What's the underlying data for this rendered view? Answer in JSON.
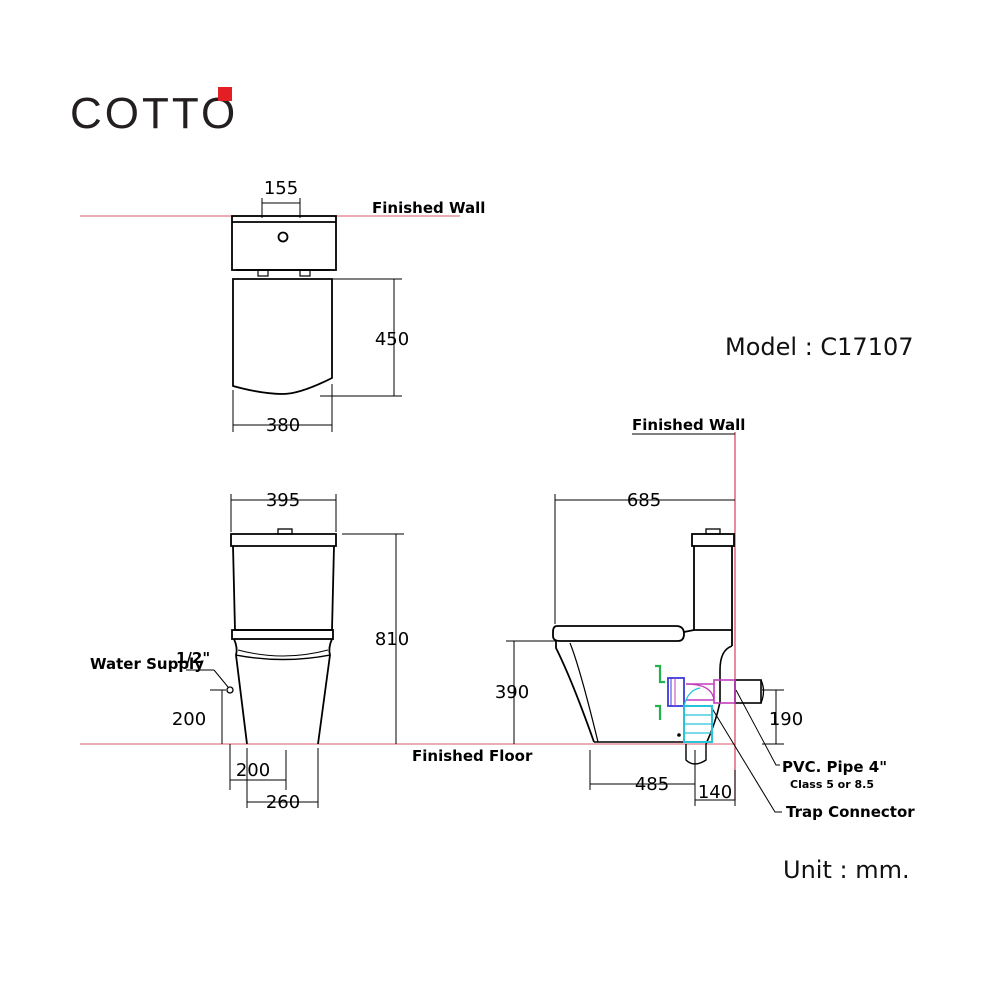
{
  "brand": {
    "name": "COTTO",
    "accent_color": "#e31e24"
  },
  "model": "Model : C17107",
  "unit": "Unit : mm.",
  "labels": {
    "finished_wall_top": "Finished Wall",
    "finished_wall_side": "Finished Wall",
    "finished_floor": "Finished Floor",
    "water_supply": "Water Supply",
    "water_supply_size": "1/2\"",
    "pvc_pipe": "PVC. Pipe 4\"",
    "pvc_class": "Class 5 or 8.5",
    "trap_connector": "Trap Connector"
  },
  "dimensions": {
    "top_outlet": "155",
    "top_seat_depth": "450",
    "top_seat_width": "380",
    "front_width": "395",
    "front_height": "810",
    "front_supply_height": "200",
    "front_base_inner": "200",
    "front_base_outer": "260",
    "side_depth": "685",
    "side_seat_height": "390",
    "side_outlet_height": "190",
    "side_base": "485",
    "side_outlet_offset": "140"
  },
  "colors": {
    "reference_line": "#e07a86",
    "wall_line": "#d94f63",
    "fitting_cyan": "#27c4d9",
    "fitting_magenta": "#c23dbd",
    "fitting_green": "#21b24b",
    "fitting_blue": "#3a3ad6"
  }
}
